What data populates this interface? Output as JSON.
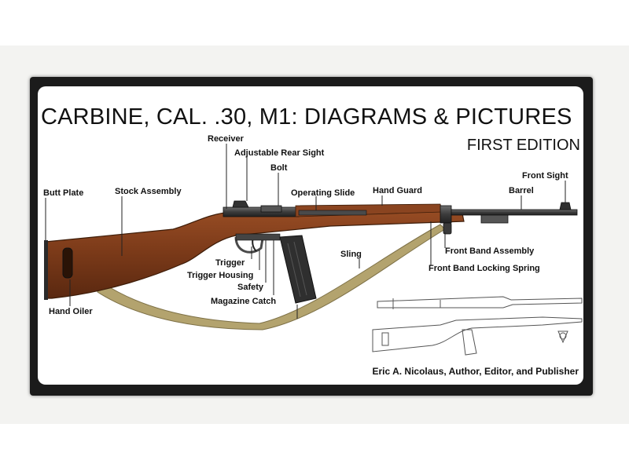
{
  "title": "CARBINE, CAL. .30, M1: DIAGRAMS & PICTURES",
  "subtitle": "FIRST EDITION",
  "author": "Eric A. Nicolaus, Author, Editor, and Publisher",
  "labels": {
    "receiver": "Receiver",
    "rear_sight": "Adjustable Rear Sight",
    "bolt": "Bolt",
    "operating_slide": "Operating Slide",
    "hand_guard": "Hand Guard",
    "front_sight": "Front Sight",
    "barrel": "Barrel",
    "butt_plate": "Butt Plate",
    "stock_assembly": "Stock Assembly",
    "sling": "Sling",
    "front_band_assembly": "Front Band Assembly",
    "front_band_locking_spring": "Front Band Locking Spring",
    "trigger": "Trigger",
    "trigger_housing": "Trigger Housing",
    "safety": "Safety",
    "magazine_catch": "Magazine Catch",
    "hand_oiler": "Hand Oiler"
  }
}
